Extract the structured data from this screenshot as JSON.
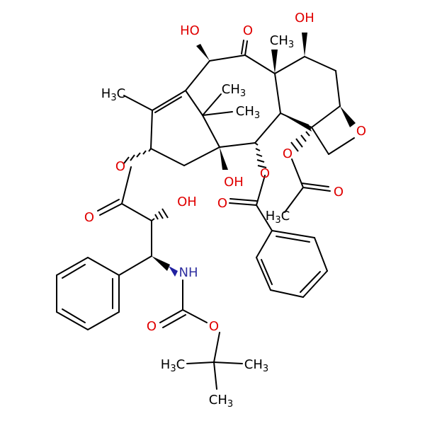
{
  "colors": {
    "bond": "#000000",
    "oxygen": "#e00000",
    "nitrogen": "#3030a0",
    "carbon_label": "#000000",
    "background": "#ffffff"
  },
  "atom_labels": {
    "oh_top_left": "HO",
    "oh_top_right": "OH",
    "oh_bridge": "OH",
    "oh_side_chain": "OH",
    "ketone_o": "O",
    "oxetane_o": "O",
    "ester_o_ring": "O",
    "ester_o_side_carbonyl": "O",
    "benzoate_o_ring": "O",
    "benzoate_o_carbonyl": "O",
    "acetate_o_ring": "O",
    "acetate_o_carbonyl": "O",
    "carbamate_o_carbonyl": "O",
    "carbamate_o_ether": "O",
    "nh": "NH"
  },
  "methyl_labels": {
    "c_methyl_left": {
      "main": "H",
      "sub": "3",
      "tail": "C"
    },
    "ch3_gem_upper": {
      "main": "CH",
      "sub": "3"
    },
    "ch3_gem_lower": {
      "main": "CH",
      "sub": "3"
    },
    "ch3_top": {
      "main": "CH",
      "sub": "3"
    },
    "h3c_acetate": {
      "main": "H",
      "sub": "3",
      "tail": "C"
    },
    "h3c_tbu_left": {
      "main": "H",
      "sub": "3",
      "tail": "C"
    },
    "ch3_tbu_right": {
      "main": "CH",
      "sub": "3"
    },
    "ch3_tbu_bottom": {
      "main": "CH",
      "sub": "3"
    }
  }
}
